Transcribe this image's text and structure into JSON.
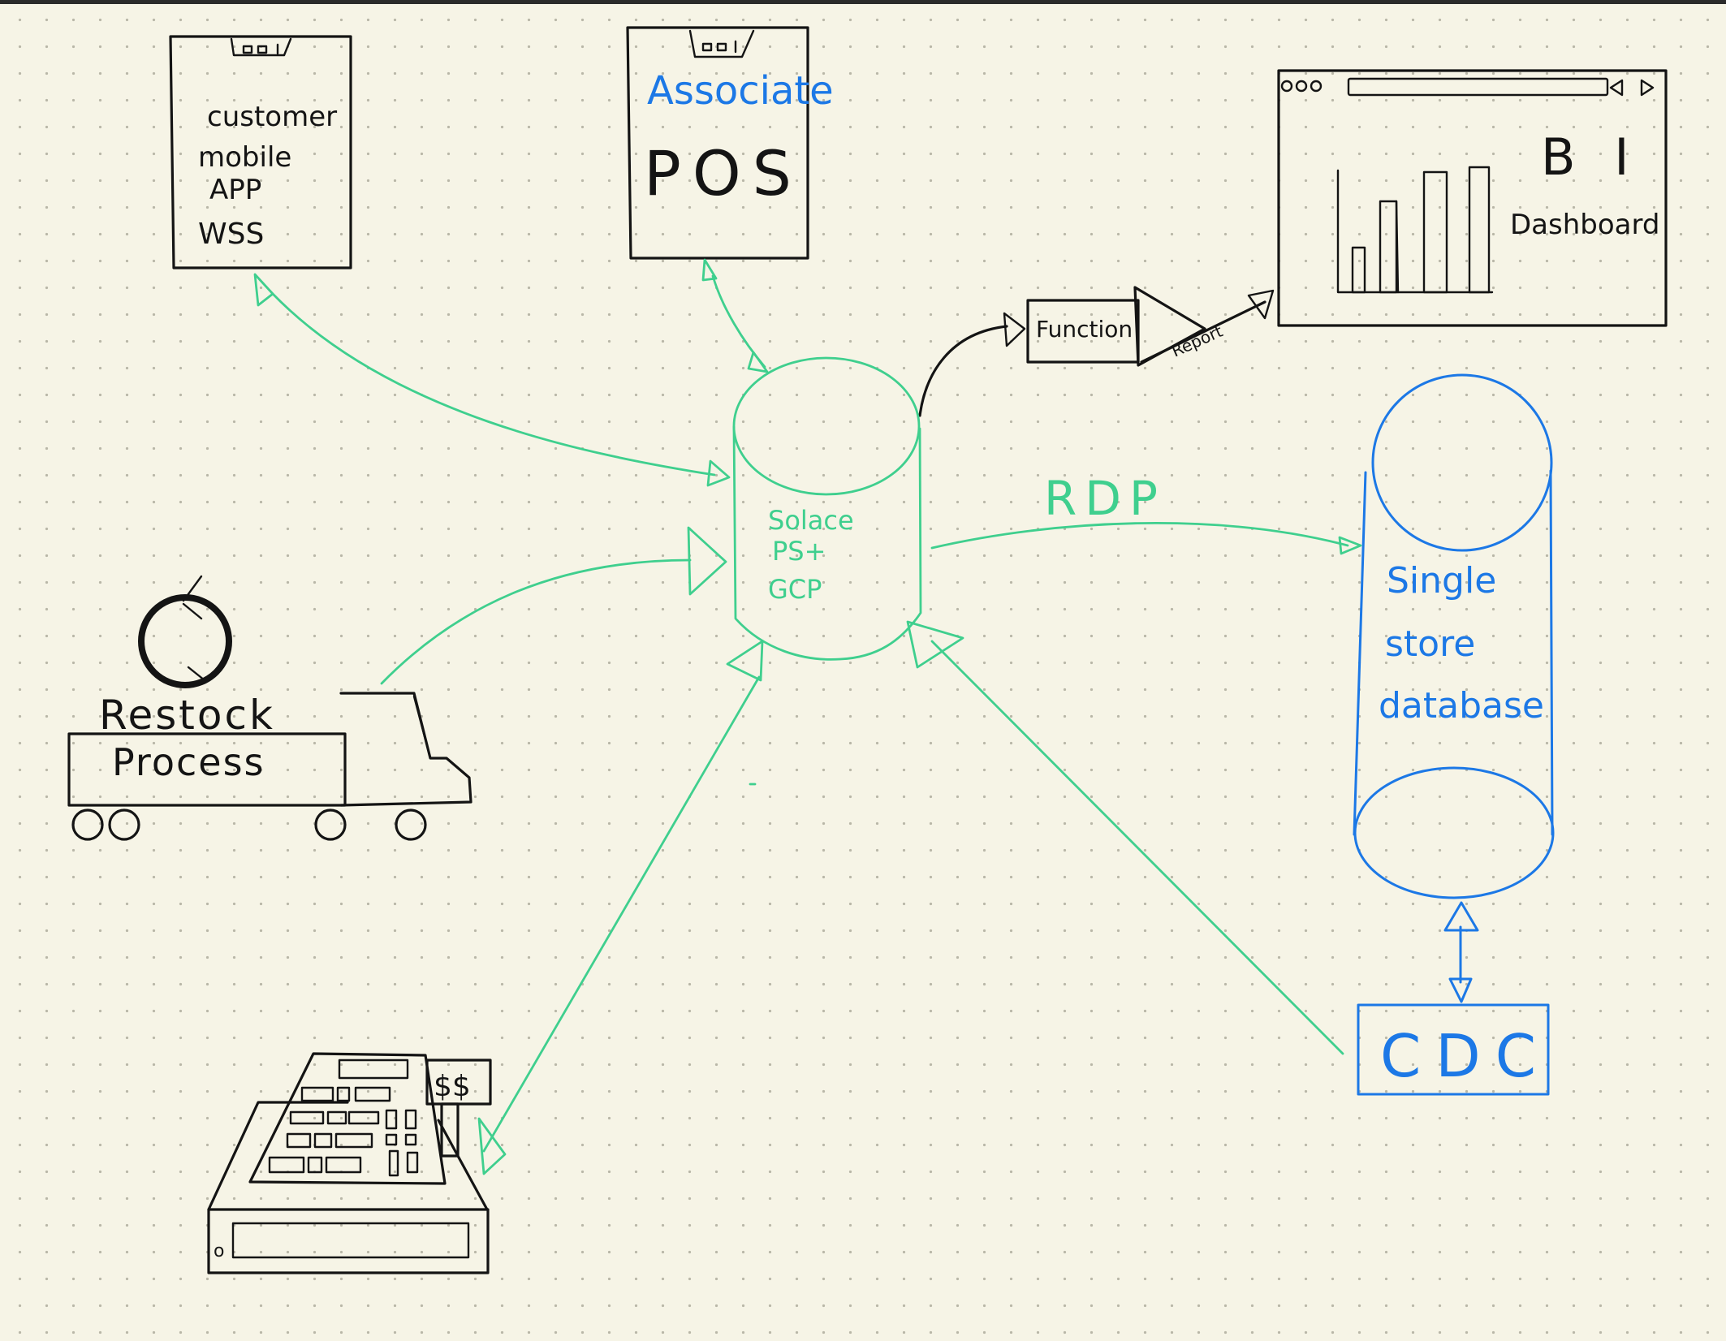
{
  "nodes": {
    "mobile_app": {
      "lines": [
        "customer",
        "mobile",
        "APP",
        "WSS"
      ]
    },
    "pos": {
      "subtitle": "Associate",
      "title": "POS"
    },
    "solace": {
      "lines": [
        "Solace",
        "PS+",
        "GCP"
      ]
    },
    "function": {
      "label": "Function"
    },
    "report": {
      "label": "Report"
    },
    "bi": {
      "title": "B I",
      "subtitle": "Dashboard"
    },
    "restock": {
      "lines": [
        "Restock",
        "Process"
      ]
    },
    "singlestore": {
      "lines": [
        "Single",
        "store",
        "database"
      ]
    },
    "cdc": {
      "label": "CDC"
    },
    "register": {
      "price_label": "$$"
    }
  },
  "edges": {
    "rdp": {
      "label": "RDP"
    }
  },
  "colors": {
    "ink": "#141414",
    "green": "#3fcf8e",
    "blue": "#1c78e6",
    "paper": "#f6f4e6"
  }
}
